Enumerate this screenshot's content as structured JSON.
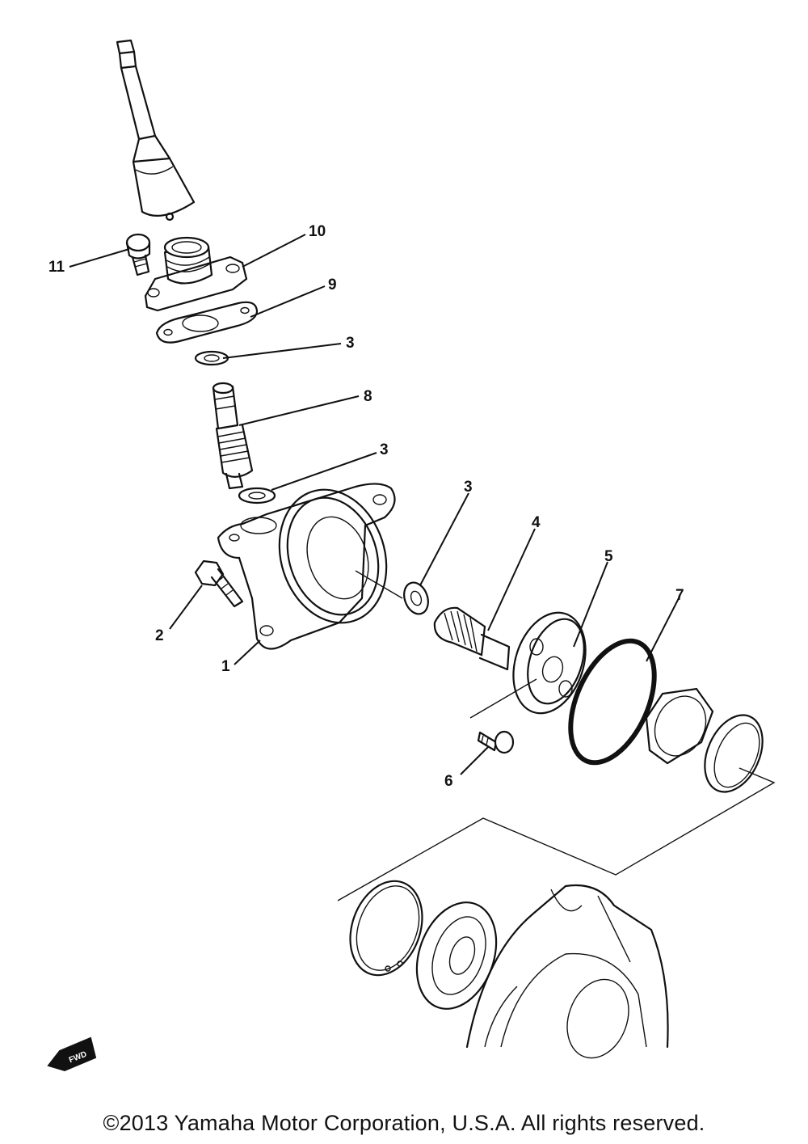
{
  "diagram": {
    "callouts": [
      {
        "id": "c11",
        "label": "11",
        "part": "bolt"
      },
      {
        "id": "c10",
        "label": "10",
        "part": "speedometer-drive-housing"
      },
      {
        "id": "c9",
        "label": "9",
        "part": "gasket"
      },
      {
        "id": "c3a",
        "label": "3",
        "part": "washer"
      },
      {
        "id": "c8",
        "label": "8",
        "part": "drive-gear-shaft"
      },
      {
        "id": "c3b",
        "label": "3",
        "part": "washer"
      },
      {
        "id": "c3c",
        "label": "3",
        "part": "washer"
      },
      {
        "id": "c4",
        "label": "4",
        "part": "driven-gear"
      },
      {
        "id": "c5",
        "label": "5",
        "part": "clutch-plate"
      },
      {
        "id": "c7",
        "label": "7",
        "part": "o-ring"
      },
      {
        "id": "c2",
        "label": "2",
        "part": "bolt"
      },
      {
        "id": "c1",
        "label": "1",
        "part": "gear-unit-housing"
      },
      {
        "id": "c6",
        "label": "6",
        "part": "screw"
      }
    ],
    "direction_marker": "FWD"
  },
  "copyright": "©2013 Yamaha Motor Corporation, U.S.A. All rights reserved."
}
